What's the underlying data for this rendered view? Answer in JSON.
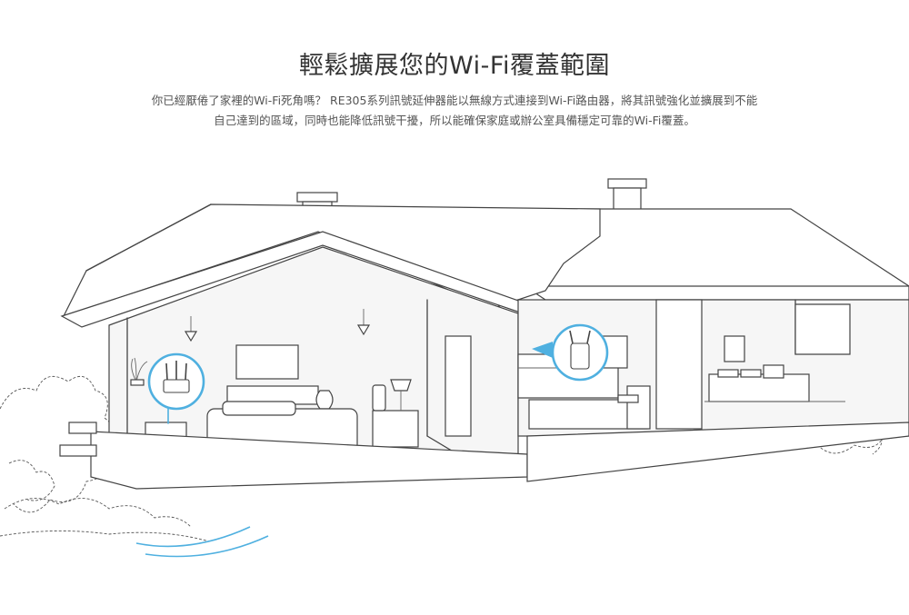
{
  "heading": {
    "title": "輕鬆擴展您的Wi-Fi覆蓋範圍"
  },
  "description": {
    "line1": "你已經厭倦了家裡的Wi-Fi死角嗎？ RE305系列訊號延伸器能以無線方式連接到Wi-Fi路由器，將其訊號強化並擴展到不能",
    "line2": "自己達到的區域，同時也能降低訊號干擾，所以能確保家庭或辦公室具備穩定可靠的Wi-Fi覆蓋。"
  },
  "colors": {
    "highlight_ring": "#4fb0e0",
    "line_art": "#444444",
    "text": "#333333"
  },
  "icons": {
    "router": "router-icon",
    "extender": "range-extender-icon"
  }
}
